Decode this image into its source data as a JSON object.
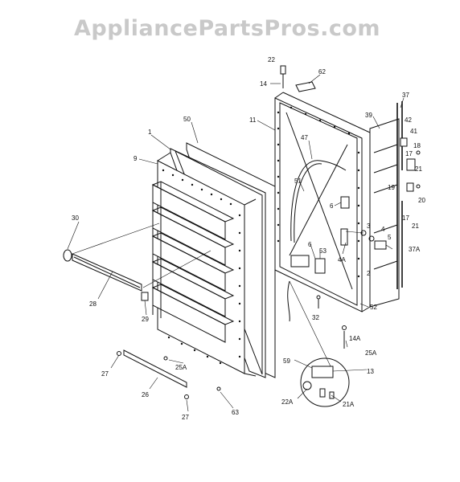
{
  "watermark": "AppliancePartsPros.com",
  "callouts": [
    {
      "id": "c-22",
      "text": "22"
    },
    {
      "id": "c-14",
      "text": "14"
    },
    {
      "id": "c-62",
      "text": "62"
    },
    {
      "id": "c-37",
      "text": "37"
    },
    {
      "id": "c-39",
      "text": "39"
    },
    {
      "id": "c-42",
      "text": "42"
    },
    {
      "id": "c-41",
      "text": "41"
    },
    {
      "id": "c-18",
      "text": "18"
    },
    {
      "id": "c-17a",
      "text": "17"
    },
    {
      "id": "c-21a",
      "text": "21"
    },
    {
      "id": "c-19",
      "text": "19"
    },
    {
      "id": "c-20",
      "text": "20"
    },
    {
      "id": "c-21b",
      "text": "21"
    },
    {
      "id": "c-17b",
      "text": "17"
    },
    {
      "id": "c-37a",
      "text": "37A"
    },
    {
      "id": "c-11",
      "text": "11"
    },
    {
      "id": "c-47",
      "text": "47"
    },
    {
      "id": "c-51",
      "text": "51"
    },
    {
      "id": "c-6a",
      "text": "6"
    },
    {
      "id": "c-3",
      "text": "3"
    },
    {
      "id": "c-4",
      "text": "4"
    },
    {
      "id": "c-5",
      "text": "5"
    },
    {
      "id": "c-4a",
      "text": "4A"
    },
    {
      "id": "c-2",
      "text": "2"
    },
    {
      "id": "c-6b",
      "text": "6"
    },
    {
      "id": "c-53",
      "text": "53"
    },
    {
      "id": "c-52",
      "text": "52"
    },
    {
      "id": "c-32",
      "text": "32"
    },
    {
      "id": "c-14a",
      "text": "14A"
    },
    {
      "id": "c-25a-r",
      "text": "25A"
    },
    {
      "id": "c-59",
      "text": "59"
    },
    {
      "id": "c-13",
      "text": "13"
    },
    {
      "id": "c-22a",
      "text": "22A"
    },
    {
      "id": "c-21a2",
      "text": "21A"
    },
    {
      "id": "c-50",
      "text": "50"
    },
    {
      "id": "c-1",
      "text": "1"
    },
    {
      "id": "c-9",
      "text": "9"
    },
    {
      "id": "c-30",
      "text": "30"
    },
    {
      "id": "c-28",
      "text": "28"
    },
    {
      "id": "c-29",
      "text": "29"
    },
    {
      "id": "c-27a",
      "text": "27"
    },
    {
      "id": "c-25a-l",
      "text": "25A"
    },
    {
      "id": "c-26",
      "text": "26"
    },
    {
      "id": "c-27b",
      "text": "27"
    },
    {
      "id": "c-63",
      "text": "63"
    }
  ]
}
